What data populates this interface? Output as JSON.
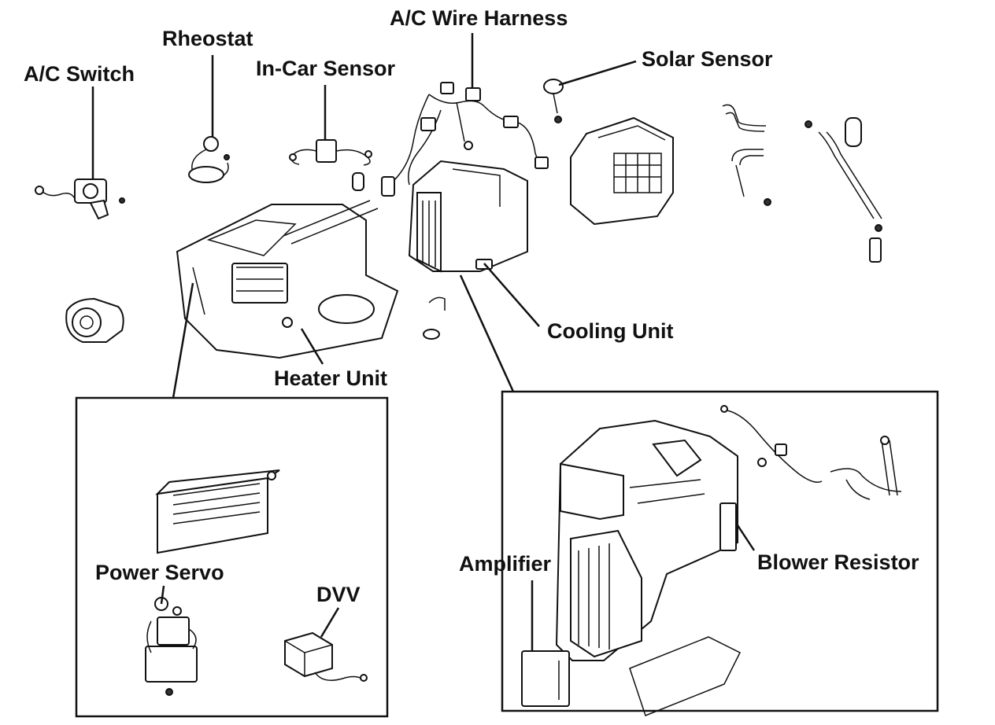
{
  "labels": {
    "ac_switch": "A/C Switch",
    "rheostat": "Rheostat",
    "in_car_sensor": "In-Car Sensor",
    "ac_wire_harness": "A/C Wire Harness",
    "solar_sensor": "Solar Sensor",
    "cooling_unit": "Cooling Unit",
    "heater_unit": "Heater Unit",
    "power_servo": "Power Servo",
    "dvv": "DVV",
    "amplifier": "Amplifier",
    "blower_resistor": "Blower Resistor"
  }
}
